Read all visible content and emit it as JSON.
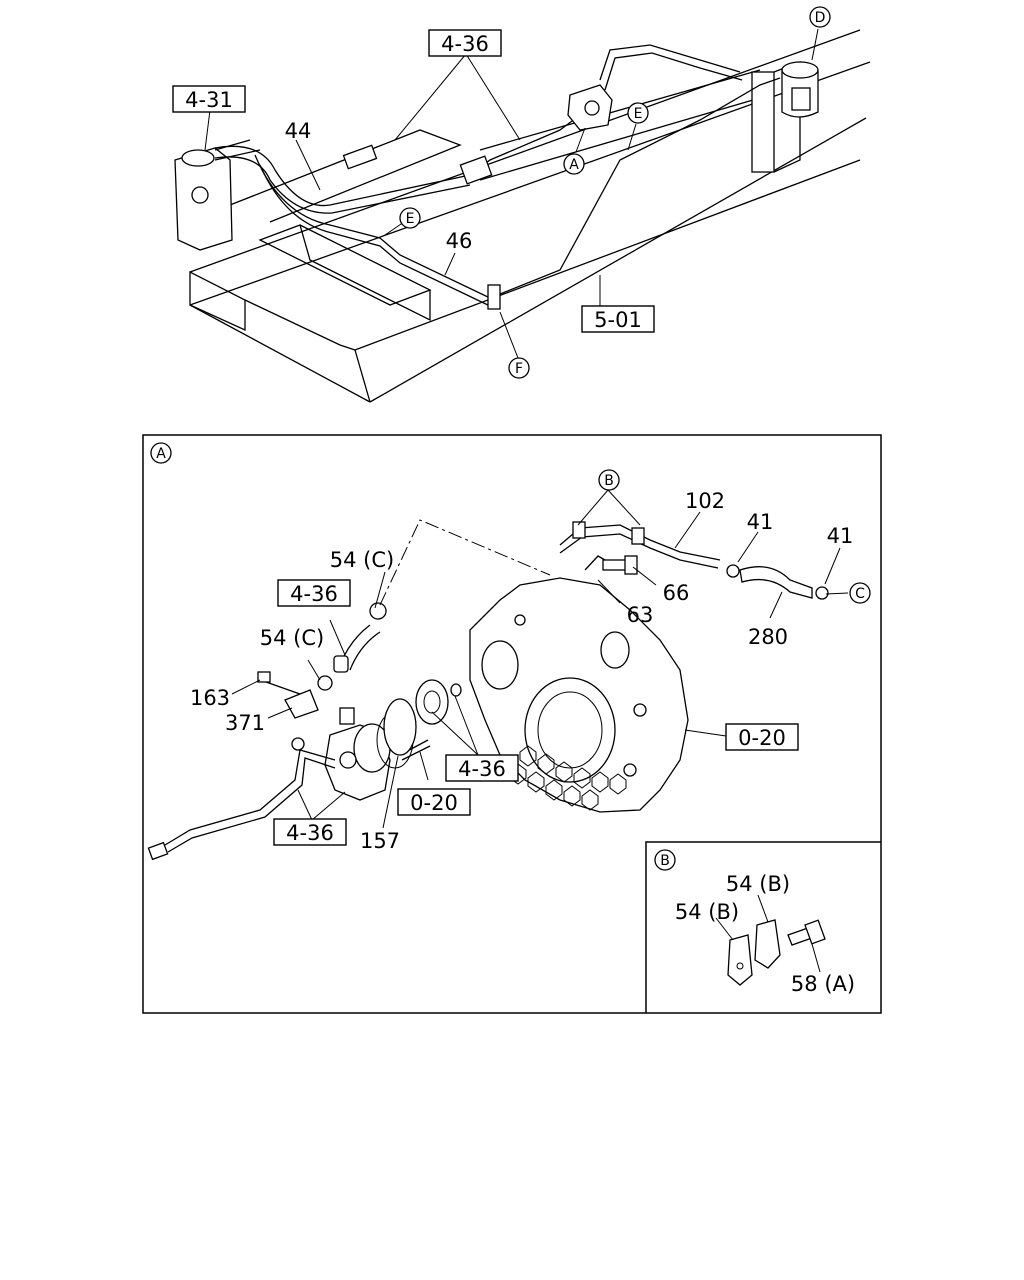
{
  "upper_view": {
    "ref_boxes": {
      "r4_36": "4-36",
      "r4_31": "4-31",
      "r5_01": "5-01"
    },
    "part_numbers": {
      "p44": "44",
      "p46": "46"
    },
    "markers": {
      "a": "A",
      "d": "D",
      "e1": "E",
      "e2": "E",
      "f": "F"
    }
  },
  "detail_a": {
    "marker": "A",
    "ref_boxes": {
      "r4_36_top": "4-36",
      "r0_20_right": "0-20",
      "r4_36_mid": "4-36",
      "r0_20_low": "0-20",
      "r4_36_low": "4-36"
    },
    "part_numbers": {
      "p102": "102",
      "p41a": "41",
      "p41b": "41",
      "p54c_top": "54 (C)",
      "p66": "66",
      "p63": "63",
      "p280": "280",
      "p54c_mid": "54 (C)",
      "p163": "163",
      "p371": "371",
      "p157": "157"
    },
    "markers": {
      "b": "B",
      "c": "C"
    }
  },
  "detail_b": {
    "marker": "B",
    "part_numbers": {
      "p54b_top": "54 (B)",
      "p54b_left": "54 (B)",
      "p58a": "58 (A)"
    }
  }
}
